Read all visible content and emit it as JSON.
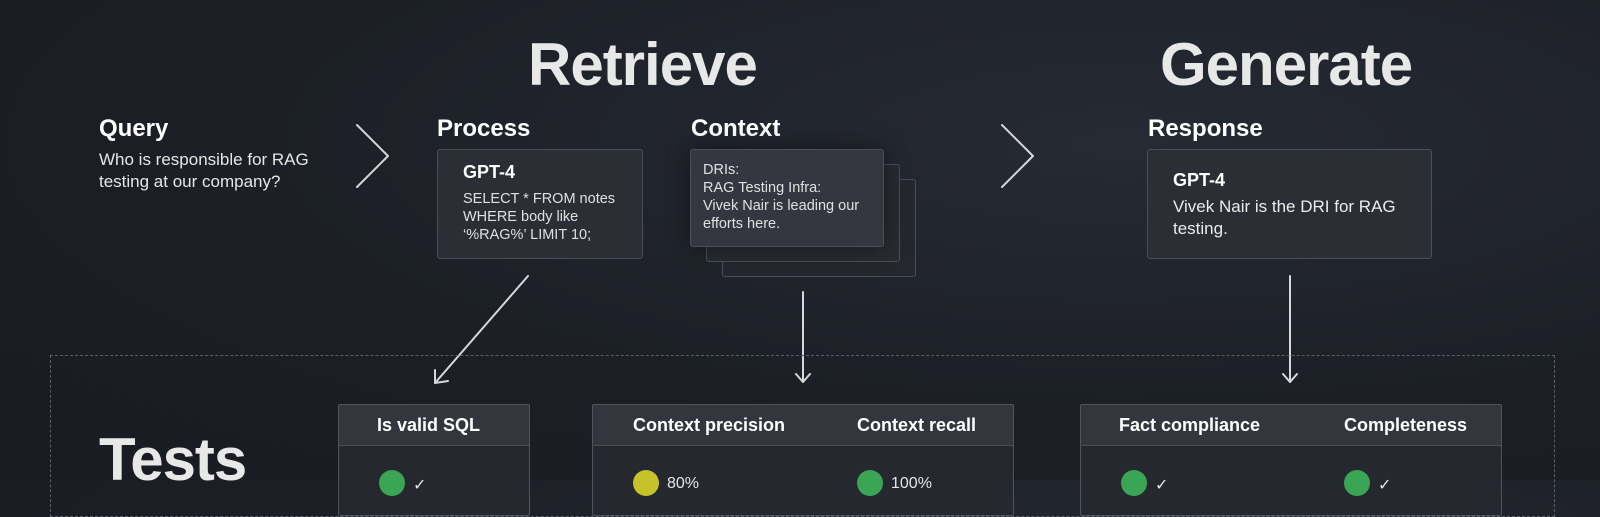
{
  "sections": {
    "retrieve": "Retrieve",
    "generate": "Generate",
    "tests": "Tests"
  },
  "query": {
    "label": "Query",
    "text_line1": "Who is responsible for RAG",
    "text_line2": "testing at our company?"
  },
  "process": {
    "label": "Process",
    "model": "GPT-4",
    "line1": "SELECT * FROM notes",
    "line2": "WHERE body like",
    "line3": "‘%RAG%’ LIMIT 10;"
  },
  "context": {
    "label": "Context",
    "line1": "DRIs:",
    "line2": "RAG Testing Infra:",
    "line3": "Vivek Nair is leading our",
    "line4": "efforts here."
  },
  "response": {
    "label": "Response",
    "model": "GPT-4",
    "line1": "Vivek Nair is the DRI for RAG",
    "line2": "testing."
  },
  "tests": {
    "valid_sql": "Is valid SQL",
    "context_precision": "Context precision",
    "context_recall": "Context recall",
    "fact_compliance": "Fact compliance",
    "completeness": "Completeness",
    "results": {
      "valid_sql": "✓",
      "context_precision": "80%",
      "context_recall": "100%",
      "fact_compliance": "✓",
      "completeness": "✓"
    }
  },
  "colors": {
    "pass": "#3aa655",
    "warn": "#c5c22a",
    "arrow": "#d8d8d8"
  }
}
